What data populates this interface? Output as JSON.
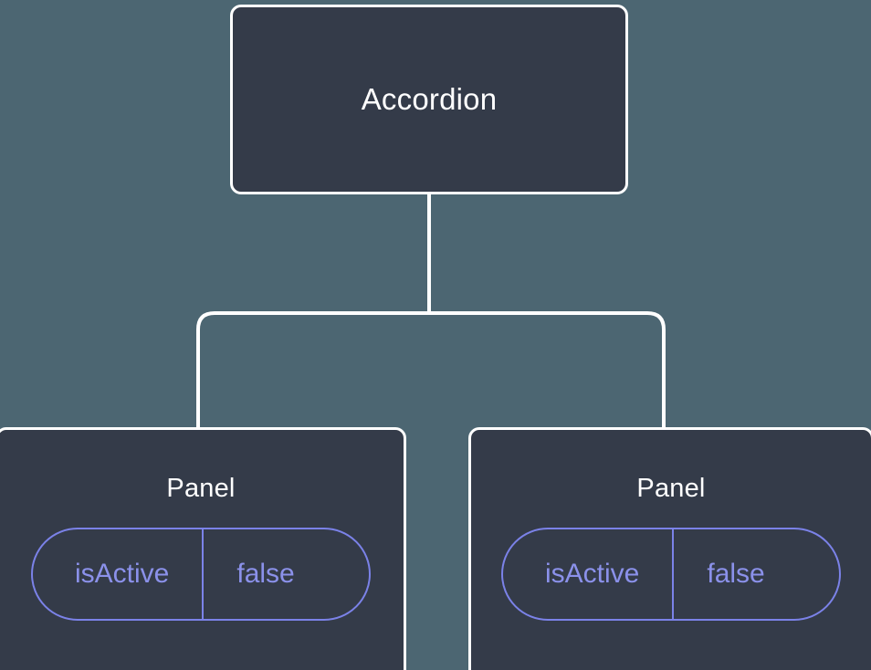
{
  "diagram": {
    "type": "component-tree",
    "background_color": "#4c6672",
    "node_fill_color": "#343b49",
    "node_border_color": "#ffffff",
    "edge_color": "#ffffff",
    "accent_color": "#7b82e8",
    "title_text_color": "#ffffff",
    "pill_text_color": "#8b91ea",
    "root": {
      "label": "Accordion"
    },
    "children": [
      {
        "label": "Panel",
        "state": {
          "key": "isActive",
          "value": "false"
        }
      },
      {
        "label": "Panel",
        "state": {
          "key": "isActive",
          "value": "false"
        }
      }
    ]
  }
}
